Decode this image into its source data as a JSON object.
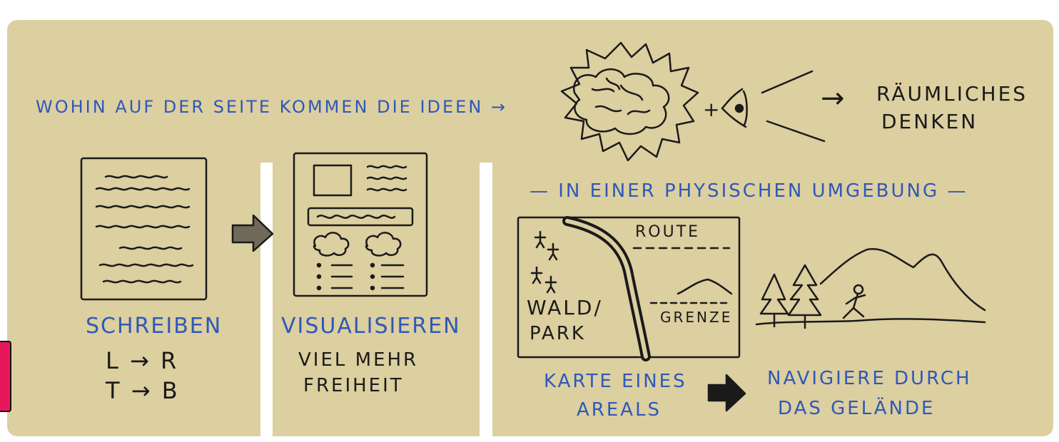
{
  "heading": "WOHIN AUF DER SEITE KOMMEN DIE IDEEN →",
  "spatial": {
    "plus": "+",
    "arrow": "→",
    "line1": "RÄUMLICHES",
    "line2": "DENKEN"
  },
  "physical_subtitle": "— IN EINER PHYSISCHEN UMGEBUNG —",
  "writing": {
    "title": "SCHREIBEN",
    "line1": "L → R",
    "line2": "T → B"
  },
  "visualizing": {
    "title": "VISUALISIEREN",
    "line1": "VIEL MEHR",
    "line2": "FREIHEIT"
  },
  "map": {
    "route_label": "ROUTE",
    "area_line1": "WALD/",
    "area_line2": "PARK",
    "border_label": "GRENZE"
  },
  "map_caption": {
    "line1": "KARTE EINES",
    "line2": "AREALS"
  },
  "navigate_caption": {
    "line1": "NAVIGIERE DURCH",
    "line2": "DAS GELÄNDE"
  },
  "colors": {
    "panel": "#dccfa0",
    "ink_blue": "#2f58b8",
    "ink_black": "#1a1a1a",
    "tab_pink": "#e8175d"
  }
}
